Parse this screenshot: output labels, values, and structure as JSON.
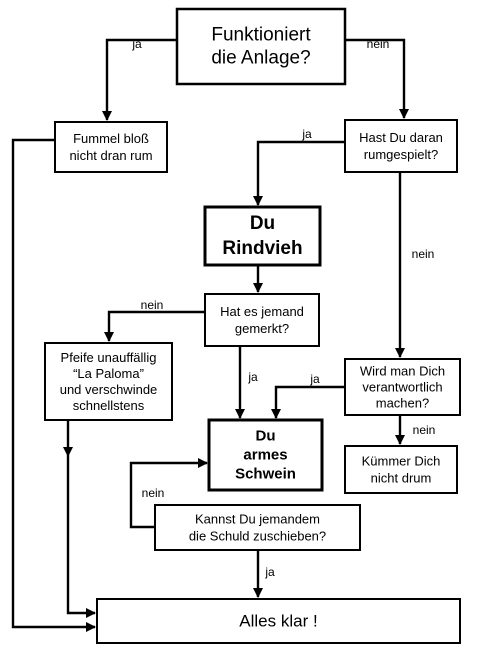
{
  "diagram": {
    "colors": {
      "stroke": "#000000",
      "fill": "#ffffff",
      "text": "#000000"
    },
    "nodes": [
      {
        "id": "start",
        "lines": [
          "Funktioniert",
          "die Anlage?"
        ]
      },
      {
        "id": "fummel",
        "lines": [
          "Fummel bloß",
          "nicht dran rum"
        ]
      },
      {
        "id": "gespielt",
        "lines": [
          "Hast Du daran",
          "rumgespielt?"
        ]
      },
      {
        "id": "rindvieh",
        "lines": [
          "Du",
          "Rindvieh"
        ]
      },
      {
        "id": "gemerkt",
        "lines": [
          "Hat es jemand",
          "gemerkt?"
        ]
      },
      {
        "id": "pfeife",
        "lines": [
          "Pfeife unauffällig",
          "“La Paloma”",
          "und verschwinde",
          "schnellstens"
        ]
      },
      {
        "id": "verantwortlich",
        "lines": [
          "Wird man Dich",
          "verantwortlich",
          "machen?"
        ]
      },
      {
        "id": "schwein",
        "lines": [
          "Du",
          "armes",
          "Schwein"
        ]
      },
      {
        "id": "kuemmer",
        "lines": [
          "Kümmer Dich",
          "nicht drum"
        ]
      },
      {
        "id": "schuld",
        "lines": [
          "Kannst Du jemandem",
          "die Schuld zuschieben?"
        ]
      },
      {
        "id": "allesklar",
        "lines": [
          "Alles klar !"
        ]
      }
    ],
    "edge_labels": [
      {
        "id": "start-fummel",
        "text": "ja"
      },
      {
        "id": "start-gespielt",
        "text": "nein"
      },
      {
        "id": "gespielt-rindvieh",
        "text": "ja"
      },
      {
        "id": "gespielt-verantwortlich",
        "text": "nein"
      },
      {
        "id": "gemerkt-pfeife",
        "text": "nein"
      },
      {
        "id": "gemerkt-schwein",
        "text": "ja"
      },
      {
        "id": "verantwortlich-schwein",
        "text": "ja"
      },
      {
        "id": "verantwortlich-kuemmer",
        "text": "nein"
      },
      {
        "id": "schuld-schwein",
        "text": "nein"
      },
      {
        "id": "schuld-allesklar",
        "text": "ja"
      }
    ]
  }
}
